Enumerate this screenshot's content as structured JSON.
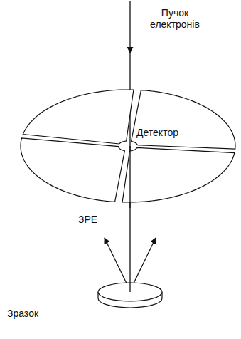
{
  "diagram": {
    "nodes": [
      {
        "text": [
          "Детектор"
        ]
      }
    ],
    "labels": [
      "Пучок електронів",
      "ЗРЕ",
      "Зразок"
    ]
  }
}
